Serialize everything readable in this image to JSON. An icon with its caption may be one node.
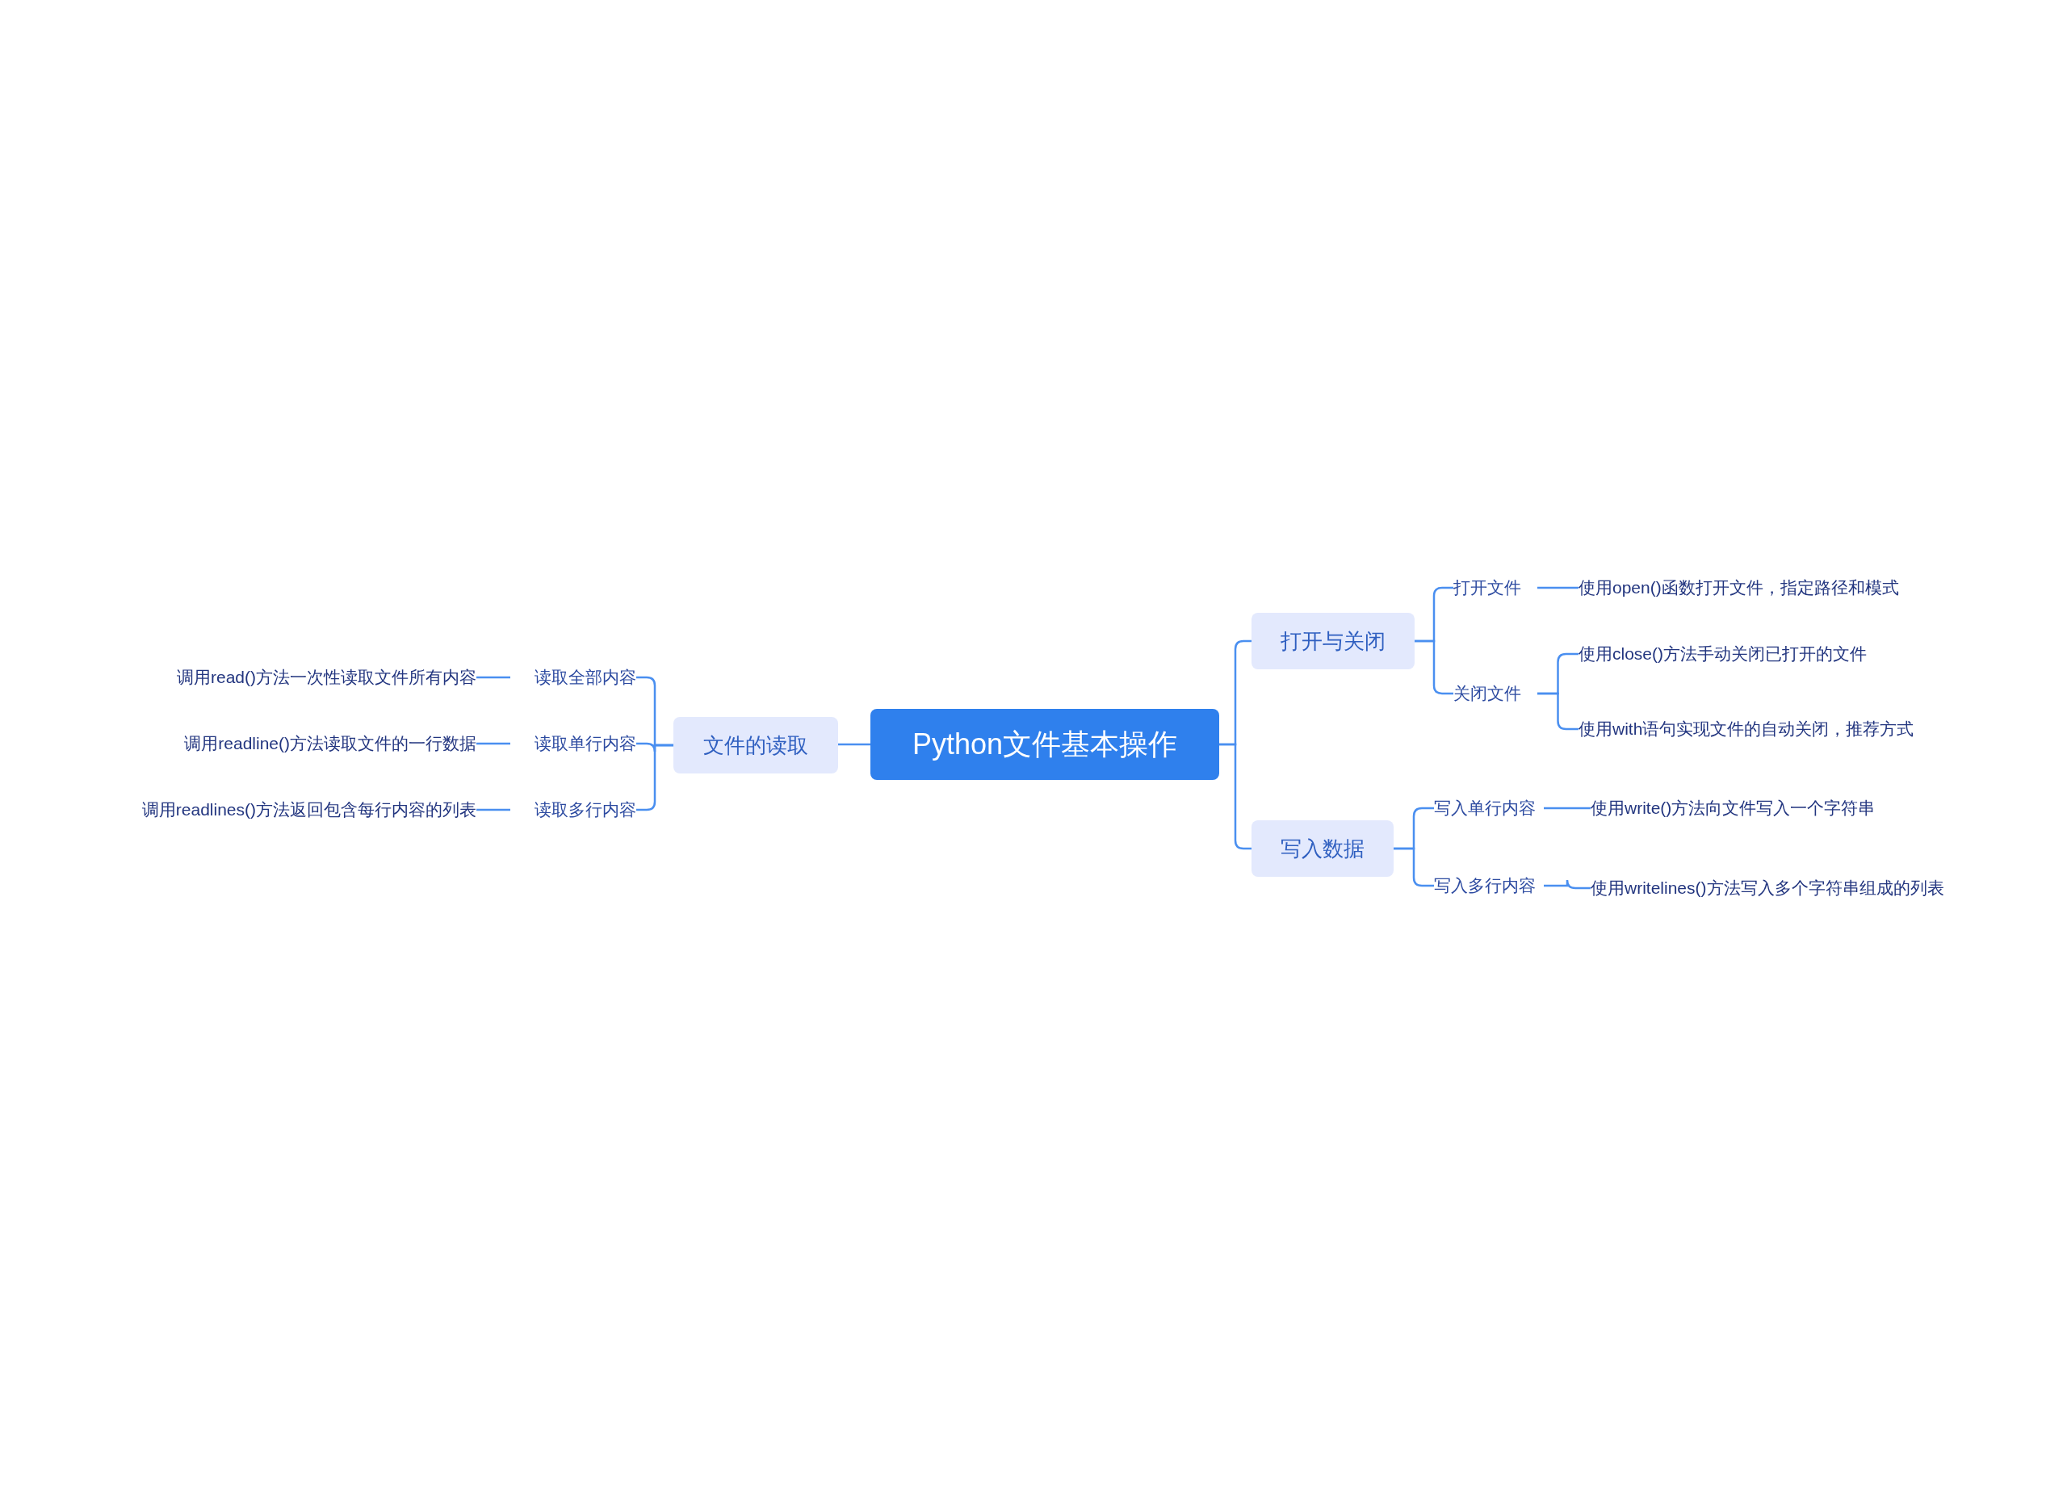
{
  "diagram": {
    "nodes": [
      {
        "text": [
          "Python文件基本操作"
        ]
      },
      {
        "text": [
          "文件的读取"
        ]
      },
      {
        "text": [
          "读取全部内容"
        ]
      },
      {
        "text": [
          "调用read()方法一次性读取文件所有内容"
        ]
      },
      {
        "text": [
          "读取单行内容"
        ]
      },
      {
        "text": [
          "调用readline()方法读取文件的一行数据"
        ]
      },
      {
        "text": [
          "读取多行内容"
        ]
      },
      {
        "text": [
          "调用readlines()方法返回包含每行内容的列表"
        ]
      },
      {
        "text": [
          "打开与关闭"
        ]
      },
      {
        "text": [
          "打开文件"
        ]
      },
      {
        "text": [
          "使用open()函数打开文件，指定路径和模式"
        ]
      },
      {
        "text": [
          "关闭文件"
        ]
      },
      {
        "text": [
          "使用close()方法手动关闭已打开的文件"
        ]
      },
      {
        "text": [
          "使用with语句实现文件的自动关闭，推荐方式"
        ]
      },
      {
        "text": [
          "写入数据"
        ]
      },
      {
        "text": [
          "写入单行内容"
        ]
      },
      {
        "text": [
          "使用write()方法向文件写入一个字符串"
        ]
      },
      {
        "text": [
          "写入多行内容"
        ]
      },
      {
        "text": [
          "使用writelines()方法写入多个字符串组成的列表"
        ]
      }
    ],
    "edges": [
      {
        "from": 0,
        "to": 1,
        "arrow": "none"
      },
      {
        "from": 1,
        "to": 2,
        "arrow": "none"
      },
      {
        "from": 2,
        "to": 3,
        "arrow": "none"
      },
      {
        "from": 1,
        "to": 4,
        "arrow": "none"
      },
      {
        "from": 4,
        "to": 5,
        "arrow": "none"
      },
      {
        "from": 1,
        "to": 6,
        "arrow": "none"
      },
      {
        "from": 6,
        "to": 7,
        "arrow": "none"
      },
      {
        "from": 0,
        "to": 8,
        "arrow": "none"
      },
      {
        "from": 8,
        "to": 9,
        "arrow": "none"
      },
      {
        "from": 9,
        "to": 10,
        "arrow": "none"
      },
      {
        "from": 8,
        "to": 11,
        "arrow": "none"
      },
      {
        "from": 11,
        "to": 12,
        "arrow": "none"
      },
      {
        "from": 11,
        "to": 13,
        "arrow": "none"
      },
      {
        "from": 0,
        "to": 14,
        "arrow": "none"
      },
      {
        "from": 14,
        "to": 15,
        "arrow": "none"
      },
      {
        "from": 15,
        "to": 16,
        "arrow": "none"
      },
      {
        "from": 14,
        "to": 17,
        "arrow": "none"
      },
      {
        "from": 17,
        "to": 18,
        "arrow": "none"
      }
    ]
  }
}
